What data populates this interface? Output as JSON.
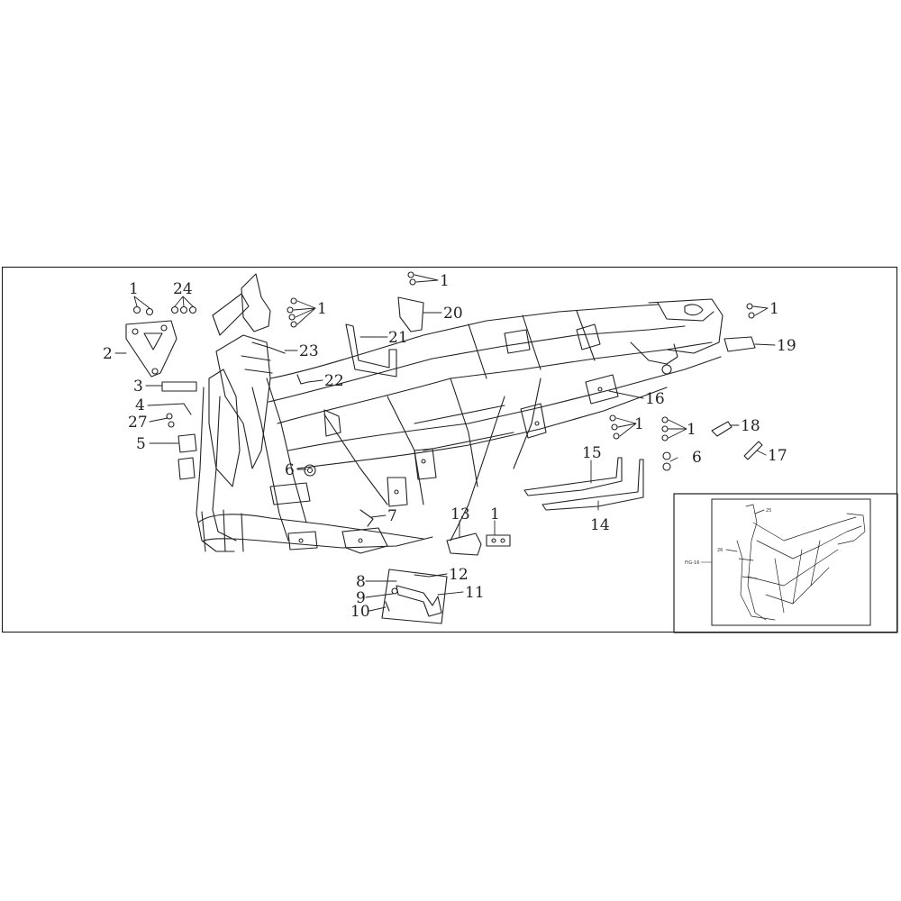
{
  "callouts": {
    "c1a": "1",
    "c24": "24",
    "c2": "2",
    "c3": "3",
    "c4": "4",
    "c27": "27",
    "c5": "5",
    "c1b": "1",
    "c1c": "1",
    "c20": "20",
    "c21": "21",
    "c23": "23",
    "c22": "22",
    "c6a": "6",
    "c7": "7",
    "c13": "13",
    "c1d": "1",
    "c8": "8",
    "c9": "9",
    "c10": "10",
    "c11": "11",
    "c12": "12",
    "c15": "15",
    "c14": "14",
    "c16": "16",
    "c1e": "1",
    "c1f": "1",
    "c6b": "6",
    "c18": "18",
    "c17": "17",
    "c1g": "1",
    "c19": "19"
  },
  "inset": {
    "label_left": "FIG-16",
    "label_a": "25",
    "label_b": "26"
  },
  "colors": {
    "line": "#222222",
    "background": "#ffffff"
  }
}
